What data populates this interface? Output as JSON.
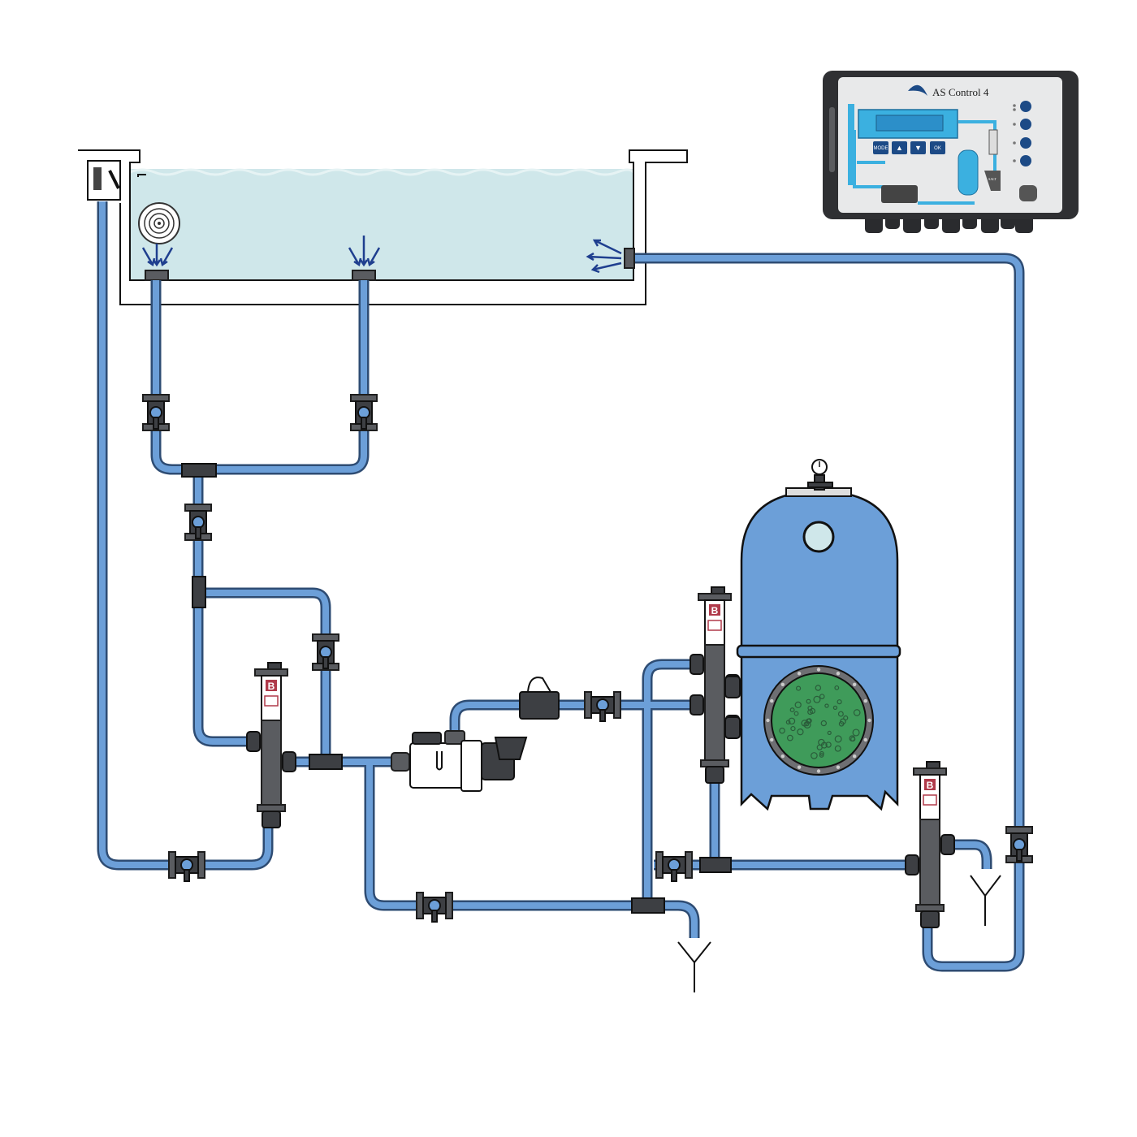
{
  "controller": {
    "title": "AS Control 4",
    "buttons": {
      "mode": "MODE",
      "up": "▲",
      "down": "▼",
      "ok": "OK"
    },
    "salt_label": "SALT"
  },
  "components": {
    "dosing_unit_badge": "B"
  },
  "colors": {
    "pipe": "#6c9fd8",
    "pipe_outline": "#2e4c73",
    "water": "#cfe7ea",
    "filter_tank": "#6c9fd8",
    "filter_media": "#3f9b5a",
    "fitting": "#5a5c60",
    "controller_frame": "#2f3033",
    "controller_panel": "#e8e9ea"
  }
}
